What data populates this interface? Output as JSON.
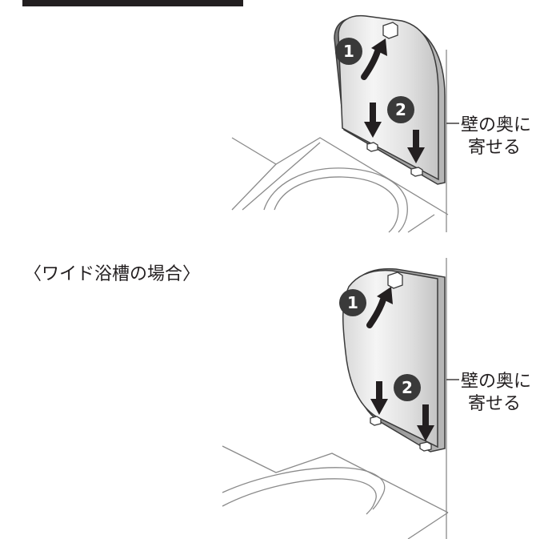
{
  "figure1": {
    "steps": [
      {
        "number": "1"
      },
      {
        "number": "2"
      }
    ],
    "callout": {
      "line1": "壁の奥に",
      "line2": "寄せる"
    }
  },
  "figure2": {
    "heading": "〈ワイド浴槽の場合〉",
    "steps": [
      {
        "number": "1"
      },
      {
        "number": "2"
      }
    ],
    "callout": {
      "line1": "壁の奥に",
      "line2": "寄せる"
    }
  },
  "colors": {
    "ink": "#231f20",
    "panel_light": "#f4f4f4",
    "panel_dark": "#bdbdbd",
    "badge": "#3a3a3a",
    "line": "#8a8a8a"
  }
}
